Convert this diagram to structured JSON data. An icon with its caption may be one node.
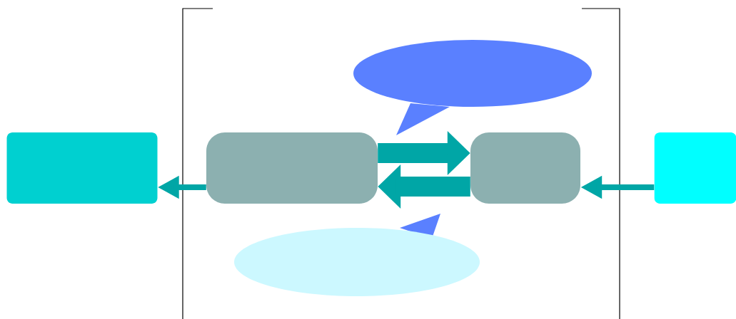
{
  "diagram": {
    "nodes": [
      {
        "text": [],
        "shape": "bubble"
      },
      {
        "text": [],
        "shape": "box"
      },
      {
        "text": [],
        "shape": "rounded"
      },
      {
        "text": [],
        "shape": "rounded"
      },
      {
        "text": [],
        "shape": "box"
      },
      {
        "text": [],
        "shape": "bubble"
      }
    ],
    "edges": [
      {
        "from": 2,
        "to": 1,
        "arrow": "to"
      },
      {
        "from": 2,
        "to": 3,
        "arrow": "to",
        "style": "thick"
      },
      {
        "from": 3,
        "to": 2,
        "arrow": "to",
        "style": "thick"
      },
      {
        "from": 4,
        "to": 3,
        "arrow": "to"
      }
    ]
  }
}
